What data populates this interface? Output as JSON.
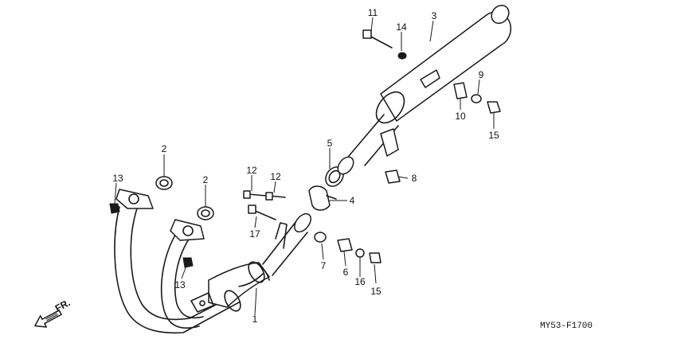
{
  "diagram": {
    "callouts": [
      "1",
      "2",
      "2",
      "3",
      "4",
      "5",
      "6",
      "7",
      "8",
      "9",
      "10",
      "11",
      "12",
      "12",
      "13",
      "13",
      "14",
      "15",
      "15",
      "16",
      "17"
    ],
    "direction_label": "FR.",
    "figure_code": "MY53-F1700"
  }
}
